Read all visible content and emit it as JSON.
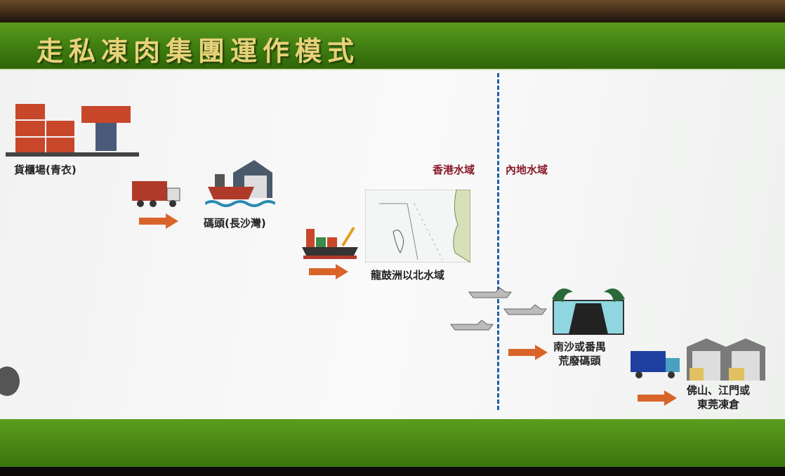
{
  "title": "走私凍肉集團運作模式",
  "zones": {
    "hk": "香港水域",
    "mainland": "內地水域"
  },
  "steps": [
    {
      "label": "貨櫃場(青衣)"
    },
    {
      "label": "碼頭(長沙灣)"
    },
    {
      "label": "龍鼓洲以北水域"
    },
    {
      "label_line1": "南沙或番禺",
      "label_line2": "荒廢碼頭"
    },
    {
      "label_line1": "佛山、江門或",
      "label_line2": "東莞凍倉"
    }
  ],
  "colors": {
    "green": "#3d7a10",
    "title_gold": "#e8d27a",
    "arrow": "#d9642a",
    "divider": "#1f5fa8",
    "zone_text": "#8a1a2a"
  }
}
